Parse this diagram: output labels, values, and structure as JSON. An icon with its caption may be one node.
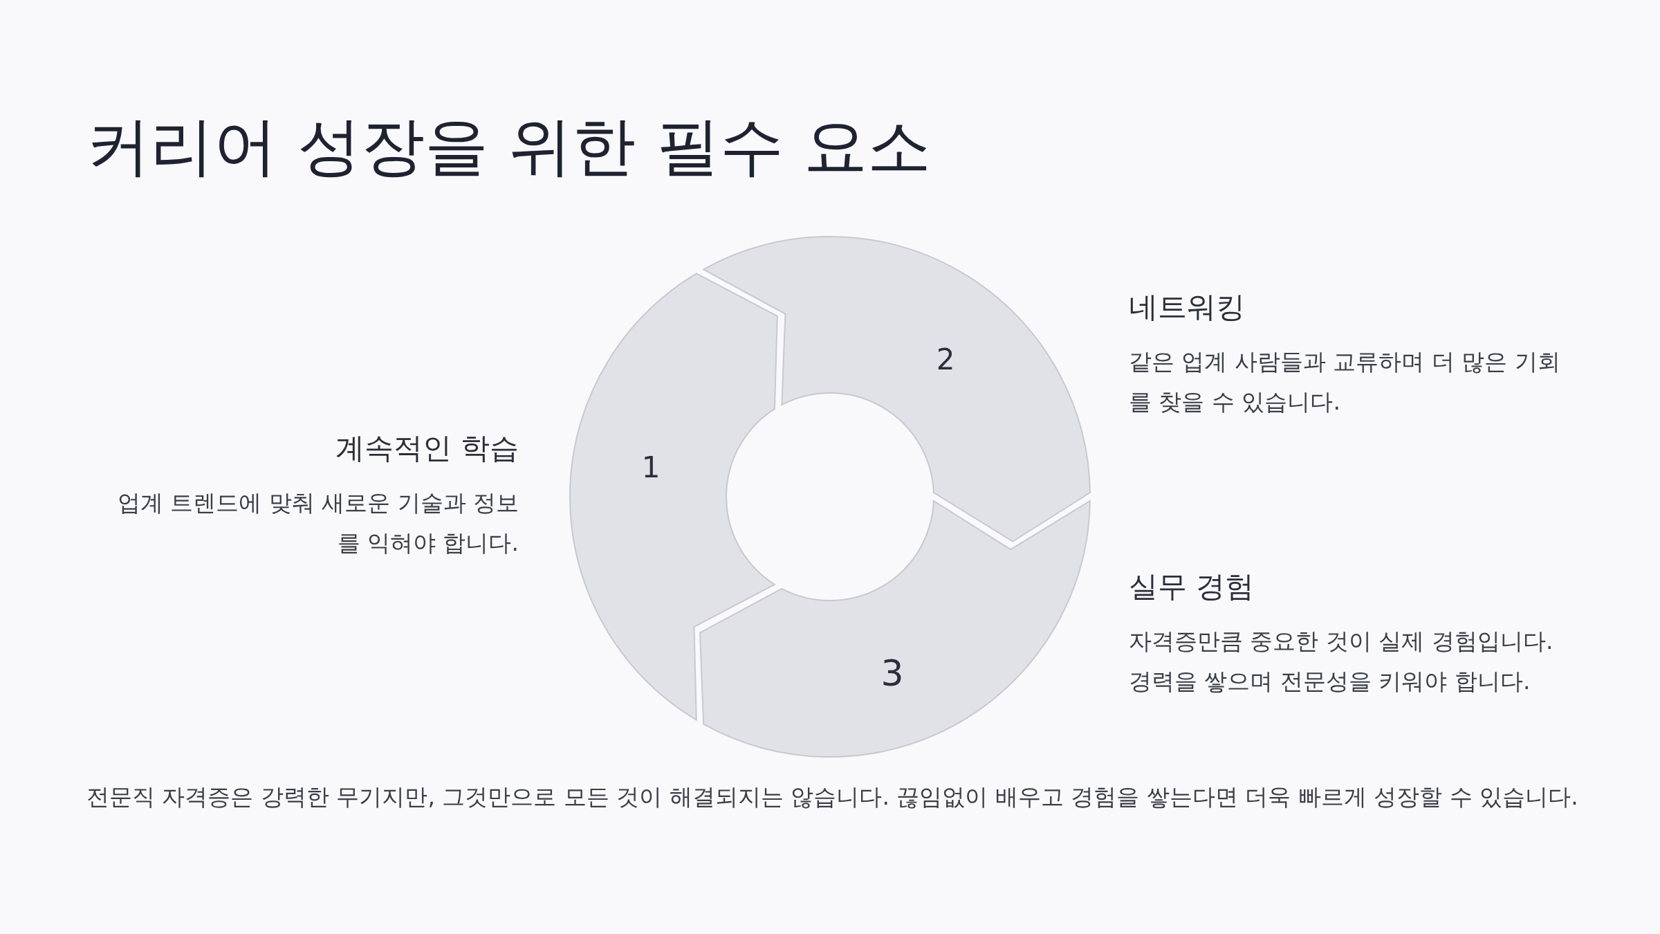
{
  "diagram": {
    "title": "커리어 성장을 위한 필수 요소",
    "nodes": [
      {
        "text": [
          "1"
        ],
        "beside": [
          "계속적인 학습",
          "업계 트렌드에 맞춰 새로운 기술과 정보를 익혀야 합니다."
        ]
      },
      {
        "text": [
          "2"
        ],
        "beside": [
          "네트워킹",
          "같은 업계 사람들과 교류하며 더 많은 기회를 찾을 수 있습니다."
        ]
      },
      {
        "text": [
          "3"
        ],
        "beside": [
          "실무 경험",
          "자격증만큼 중요한 것이 실제 경험입니다. 경력을 쌓으며 전문성을 키워야 합니다."
        ]
      }
    ],
    "caption": "전문직 자격증은 강력한 무기지만, 그것만으로 모든 것이 해결되지는 않습니다. 끊임없이 배우고 경험을 쌓는다면 더욱 빠르게 성장할 수 있습니다."
  }
}
